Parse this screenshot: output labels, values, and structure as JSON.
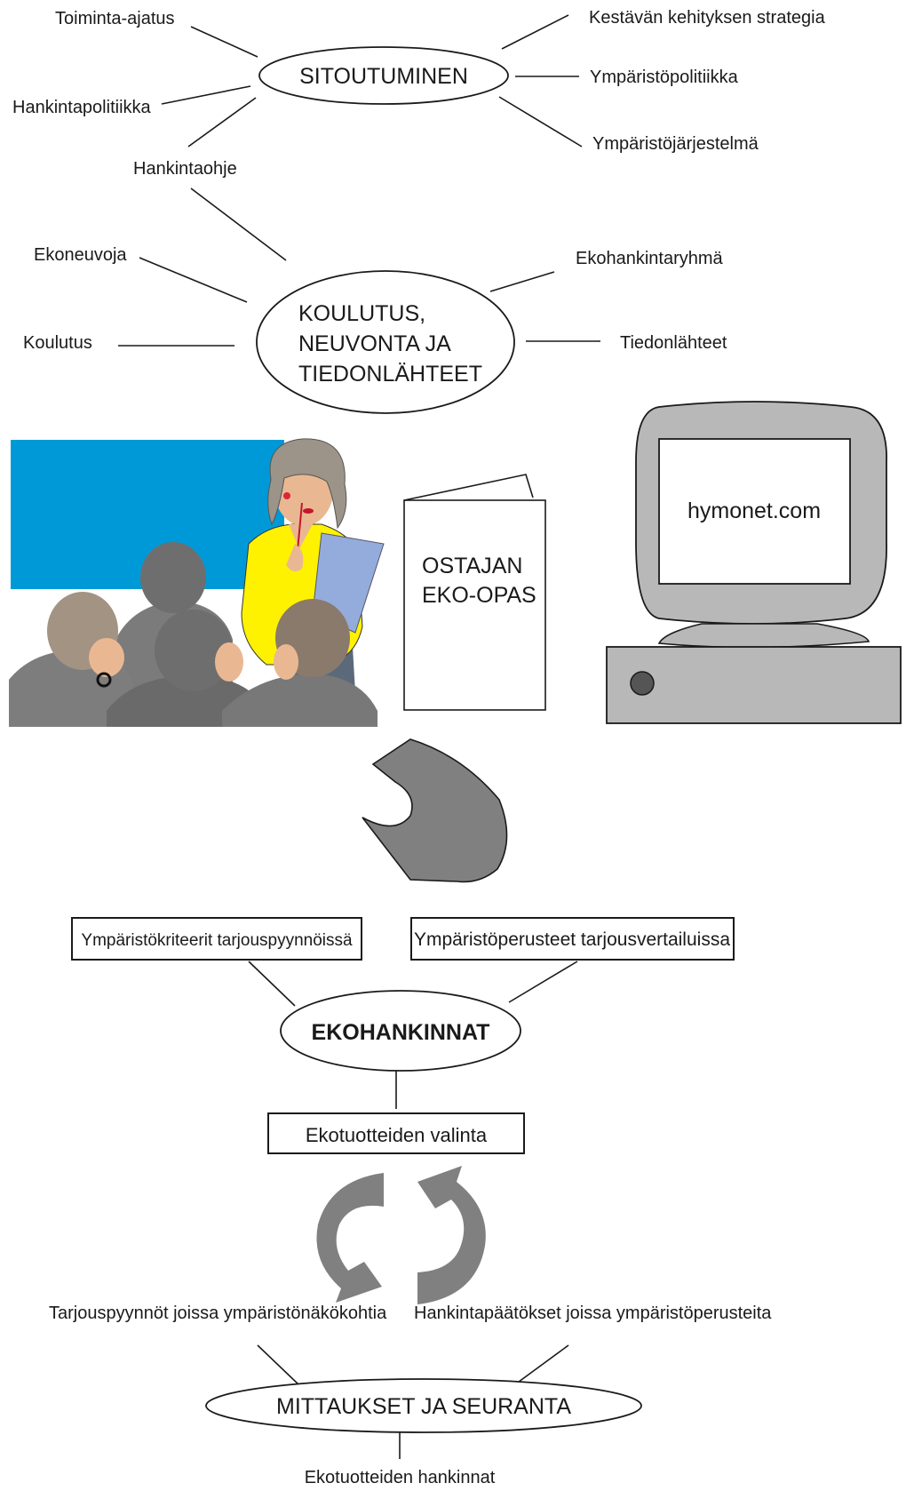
{
  "commitment": {
    "title": "SITOUTUMINEN",
    "mission": "Toiminta-ajatus",
    "sustainability_strategy": "Kestävän kehityksen strategia",
    "procurement_policy": "Hankintapolitiikka",
    "environmental_policy": "Ympäristöpolitiikka",
    "environmental_system": "Ympäristöjärjestelmä",
    "procurement_guideline": "Hankintaohje"
  },
  "training": {
    "title_lines": [
      "KOULUTUS,",
      "NEUVONTA JA",
      "TIEDONLÄHTEET"
    ],
    "eco_advice": "Ekoneuvoja",
    "training": "Koulutus",
    "eco_group": "Ekohankintaryhmä",
    "sources": "Tiedonlähteet"
  },
  "guide": {
    "lines": [
      "OSTAJAN",
      "EKO-OPAS"
    ]
  },
  "computer": {
    "screen_text": "hymonet.com"
  },
  "procurement": {
    "title": "EKOHANKINNAT",
    "criteria_box": "Ympäristökriteerit tarjouspyynnöissä",
    "comparison_box": "Ympäristöperusteet tarjousvertailuissa",
    "selection_box": "Ekotuotteiden valinta",
    "requests_label": "Tarjouspyynnöt joissa ympäristönäkökohtia",
    "decisions_label": "Hankintapäätökset joissa ympäristöperusteita"
  },
  "monitoring": {
    "title": "MITTAUKSET JA SEURANTA",
    "eco_purchases": "Ekotuotteiden hankinnat"
  },
  "colors": {
    "board": "#0099d8",
    "arrow_gray": "#808080",
    "device_gray": "#b8b8b8",
    "shirt_yellow": "#fff200",
    "paper_blue": "#94acdc"
  }
}
